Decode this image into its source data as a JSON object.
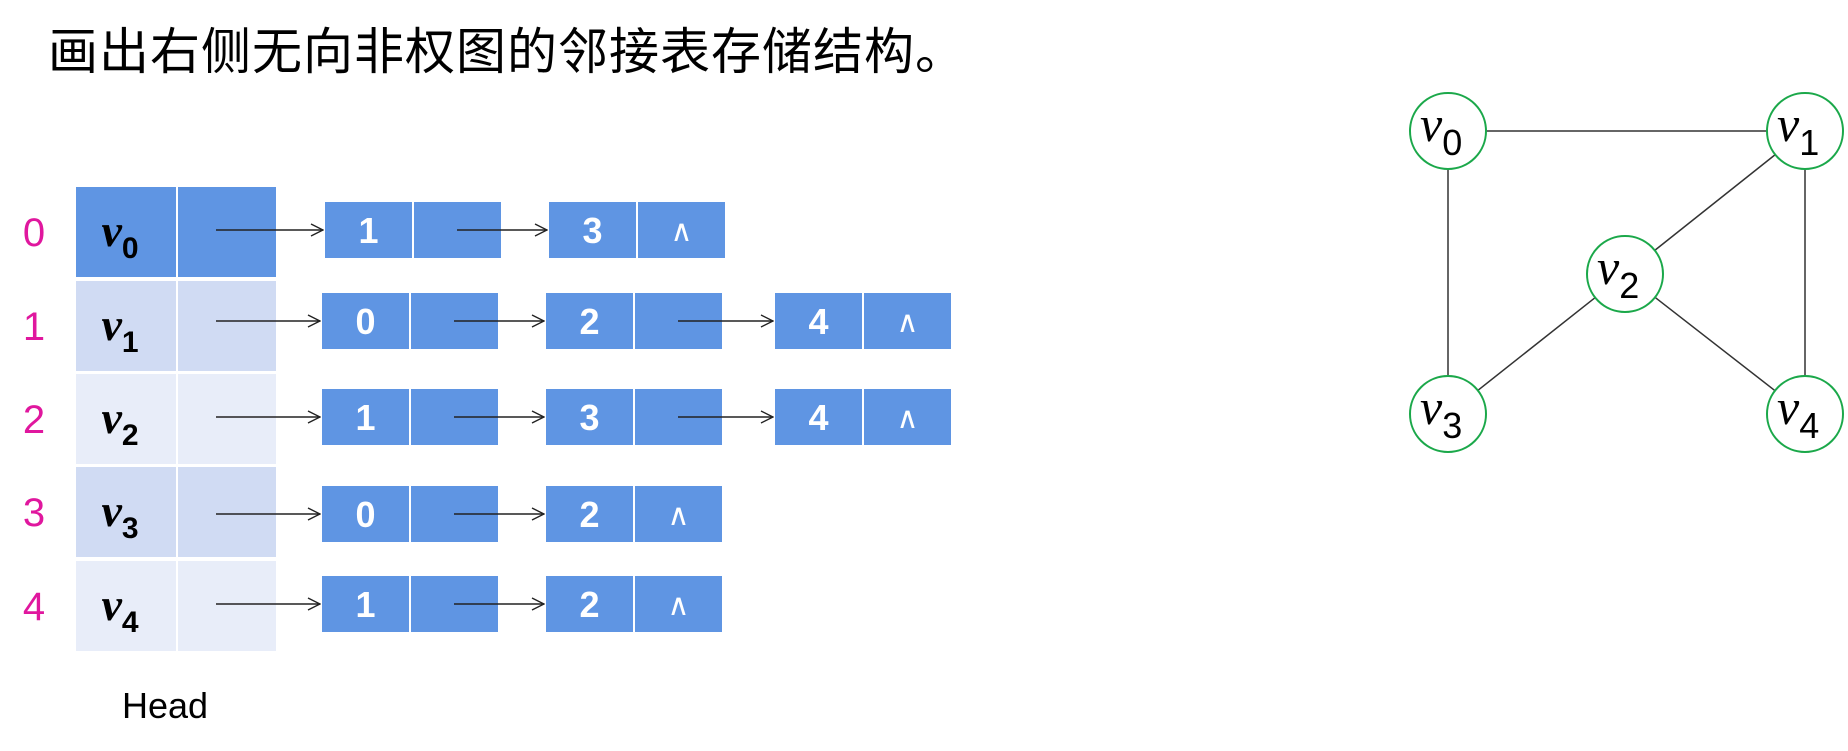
{
  "title": "画出右侧无向非权图的邻接表存储结构。",
  "colors": {
    "node_fill": "#5f95e3",
    "head_row_0": "#5f95e3",
    "head_row_odd": "#d0dbf3",
    "head_row_even": "#e8edf9",
    "index_text": "#e0179e",
    "vertex_stroke": "#1ba84a",
    "edge_stroke": "#333333"
  },
  "head_label": "Head",
  "null_symbol": "∧",
  "vertex_letter": "v",
  "rows": [
    {
      "index": "0",
      "vertex_sub": "0",
      "adj": [
        "1",
        "3"
      ]
    },
    {
      "index": "1",
      "vertex_sub": "1",
      "adj": [
        "0",
        "2",
        "4"
      ]
    },
    {
      "index": "2",
      "vertex_sub": "2",
      "adj": [
        "1",
        "3",
        "4"
      ]
    },
    {
      "index": "3",
      "vertex_sub": "3",
      "adj": [
        "0",
        "2"
      ]
    },
    {
      "index": "4",
      "vertex_sub": "4",
      "adj": [
        "1",
        "2"
      ]
    }
  ],
  "graph": {
    "vertices": [
      {
        "id": "v0",
        "sub": "0"
      },
      {
        "id": "v1",
        "sub": "1"
      },
      {
        "id": "v2",
        "sub": "2"
      },
      {
        "id": "v3",
        "sub": "3"
      },
      {
        "id": "v4",
        "sub": "4"
      }
    ],
    "edges": [
      [
        "v0",
        "v1"
      ],
      [
        "v0",
        "v3"
      ],
      [
        "v1",
        "v2"
      ],
      [
        "v1",
        "v4"
      ],
      [
        "v2",
        "v3"
      ],
      [
        "v2",
        "v4"
      ]
    ]
  }
}
